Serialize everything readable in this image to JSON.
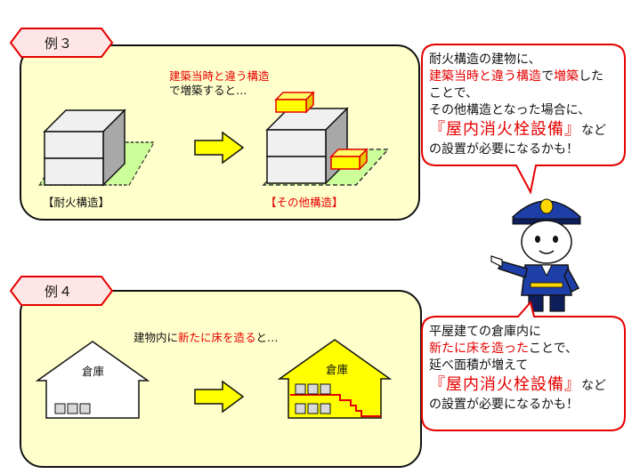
{
  "example3": {
    "tag": "例３",
    "caption_red": "建築当時と違う構造",
    "caption_rest": "で増築すると…",
    "label_before": "【耐火構造】",
    "label_after": "【その他構造】"
  },
  "example4": {
    "tag": "例４",
    "caption_pre": "建物内に",
    "caption_red": "新たに床を造る",
    "caption_post": "と…",
    "house_before_label": "倉庫",
    "house_after_label": "倉庫"
  },
  "bubble1": {
    "line1": "耐火構造の建物に、",
    "line2_red": "建築当時と違う構造",
    "line2_mid": "で",
    "line2_red2": "増築",
    "line2_rest": "した",
    "line3": "ことで、",
    "line4": "その他構造となった場合に、",
    "line5_red": "『屋内消火栓設備』",
    "line5_rest": "など",
    "line6": "の設置が必要になるかも！"
  },
  "bubble2": {
    "line1": "平屋建ての倉庫内に",
    "line2_red": "新たに床を造った",
    "line2_rest": "ことで、",
    "line3": "延べ面積が増えて",
    "line4_red": "『屋内消火栓設備』",
    "line4_rest": "など",
    "line5": "の設置が必要になるかも！"
  },
  "colors": {
    "panel": "#ffffcc",
    "accent_red": "#e60000",
    "addition_yellow": "#ffff00",
    "arrow_yellow": "#ffff00",
    "ground_green": "#ccff99",
    "police_blue": "#1f3fa8"
  },
  "icons": {
    "tag": "hexagon-tag",
    "arrow": "right-arrow-icon",
    "character": "police-officer-icon"
  }
}
